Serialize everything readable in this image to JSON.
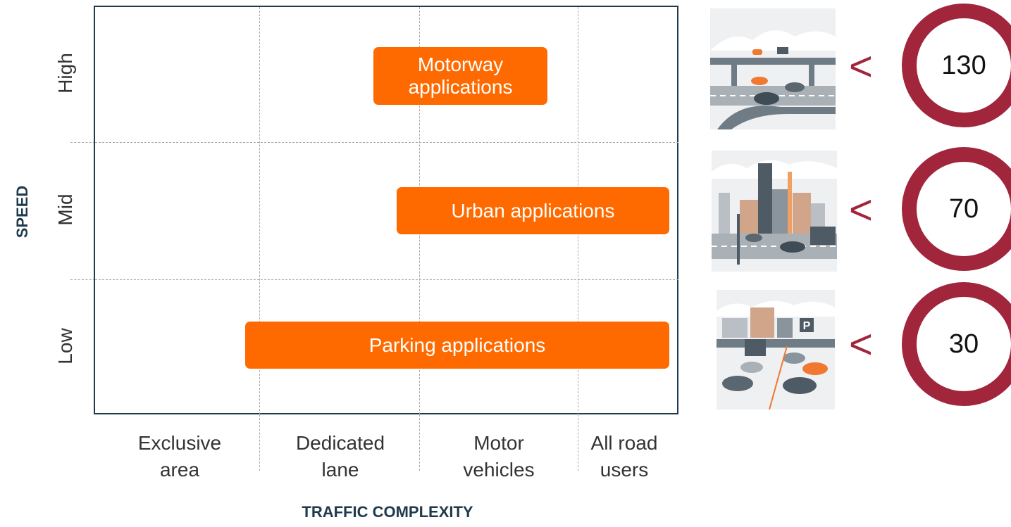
{
  "axes": {
    "y_title": "SPEED",
    "x_title": "TRAFFIC COMPLEXITY",
    "speed_levels": [
      "High",
      "Mid",
      "Low"
    ],
    "complexity_levels": [
      "Exclusive\narea",
      "Dedicated\nlane",
      "Motor\nvehicles",
      "All road\nusers"
    ]
  },
  "applications": [
    {
      "label": "Motorway\napplications",
      "speed": "High",
      "complexity_from": 1.75,
      "complexity_to": 2.75
    },
    {
      "label": "Urban applications",
      "speed": "Mid",
      "complexity_from": 1.9,
      "complexity_to": 3.55
    },
    {
      "label": "Parking applications",
      "speed": "Low",
      "complexity_from": 0.9,
      "complexity_to": 3.55
    }
  ],
  "speed_limits": [
    {
      "symbol": "<",
      "value": "130",
      "scene": "motorway-illustration"
    },
    {
      "symbol": "<",
      "value": "70",
      "scene": "city-illustration"
    },
    {
      "symbol": "<",
      "value": "30",
      "scene": "parking-illustration"
    }
  ],
  "colors": {
    "bar": "#ff6a00",
    "frame": "#1f3a4d",
    "sign_ring": "#a1253b",
    "grid": "#a9a9a9"
  },
  "illustration_text": {
    "parking_sign": "P"
  }
}
